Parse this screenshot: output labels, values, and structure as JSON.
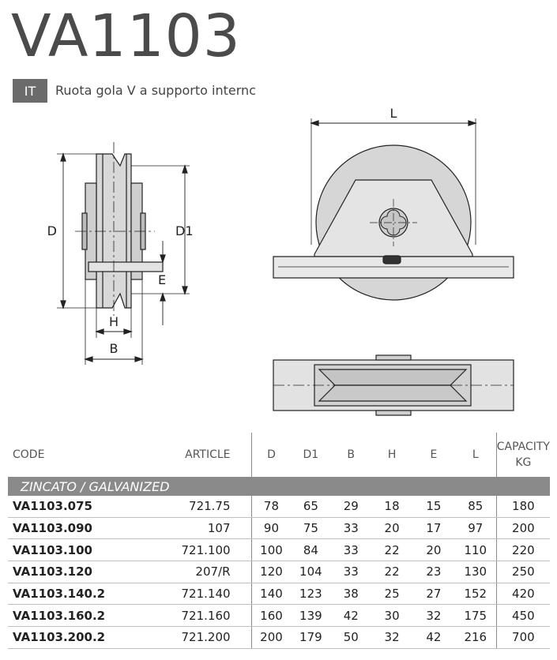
{
  "header": {
    "title": "VA1103",
    "lang_badge": "IT",
    "subtitle": "Ruota gola V a supporto internc"
  },
  "drawing_labels": {
    "d": "D",
    "d1": "D1",
    "e": "E",
    "h": "H",
    "b": "B",
    "l": "L"
  },
  "table": {
    "headers": {
      "code": "CODE",
      "article": "ARTICLE",
      "d": "D",
      "d1": "D1",
      "b": "B",
      "h": "H",
      "e": "E",
      "l": "L",
      "capacity_line1": "CAPACITY",
      "capacity_line2": "KG"
    },
    "group_label": "ZINCATO / GALVANIZED",
    "rows": [
      {
        "code": "VA1103.075",
        "article": "721.75",
        "d": "78",
        "d1": "65",
        "b": "29",
        "h": "18",
        "e": "15",
        "l": "85",
        "capacity": "180"
      },
      {
        "code": "VA1103.090",
        "article": "107",
        "d": "90",
        "d1": "75",
        "b": "33",
        "h": "20",
        "e": "17",
        "l": "97",
        "capacity": "200"
      },
      {
        "code": "VA1103.100",
        "article": "721.100",
        "d": "100",
        "d1": "84",
        "b": "33",
        "h": "22",
        "e": "20",
        "l": "110",
        "capacity": "220"
      },
      {
        "code": "VA1103.120",
        "article": "207/R",
        "d": "120",
        "d1": "104",
        "b": "33",
        "h": "22",
        "e": "23",
        "l": "130",
        "capacity": "250"
      },
      {
        "code": "VA1103.140.2",
        "article": "721.140",
        "d": "140",
        "d1": "123",
        "b": "38",
        "h": "25",
        "e": "27",
        "l": "152",
        "capacity": "420"
      },
      {
        "code": "VA1103.160.2",
        "article": "721.160",
        "d": "160",
        "d1": "139",
        "b": "42",
        "h": "30",
        "e": "32",
        "l": "175",
        "capacity": "450"
      },
      {
        "code": "VA1103.200.2",
        "article": "721.200",
        "d": "200",
        "d1": "179",
        "b": "50",
        "h": "32",
        "e": "42",
        "l": "216",
        "capacity": "700"
      }
    ]
  }
}
